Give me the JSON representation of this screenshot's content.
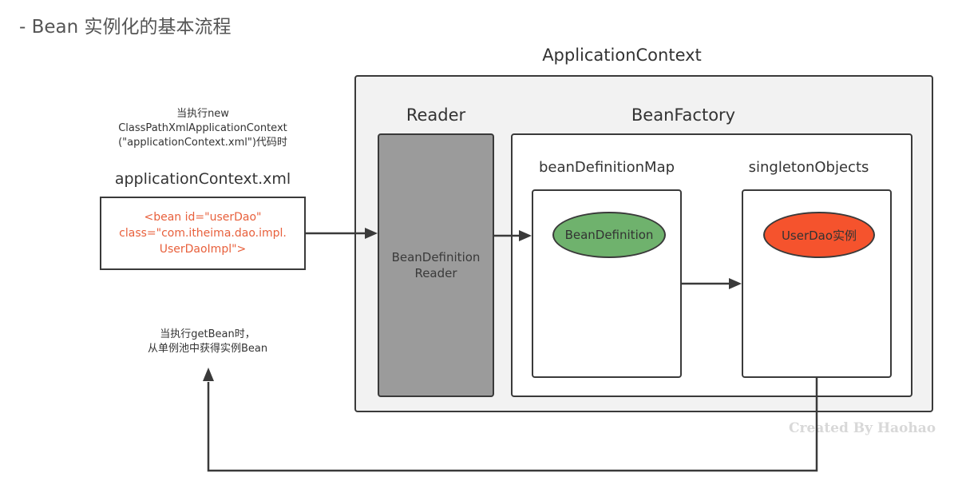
{
  "slide": {
    "title": "- Bean 实例化的基本流程"
  },
  "diagram": {
    "application_context_label": "ApplicationContext",
    "reader_label": "Reader",
    "reader_box_text": [
      "BeanDefinition",
      "Reader"
    ],
    "bean_factory_label": "BeanFactory",
    "bean_definition_map_label": "beanDefinitionMap",
    "singleton_objects_label": "singletonObjects",
    "bean_definition_node": "BeanDefinition",
    "userdao_instance_node": "UserDao实例",
    "xml_file_label": "applicationContext.xml",
    "xml_content": [
      "<bean id=\"userDao\"",
      "class=\"com.itheima.dao.impl.",
      "UserDaoImpl\">"
    ],
    "note_new_context": [
      "当执行new",
      "ClassPathXmlApplicationContext",
      "(\"applicationContext.xml\")代码时"
    ],
    "note_get_bean": [
      "当执行getBean时，",
      "从单例池中获得实例Bean"
    ],
    "watermark": "Created By Haohao",
    "colors": {
      "container_bg": "#f2f2f2",
      "reader_fill": "#9b9b9b",
      "bean_definition_fill": "#6fb26d",
      "instance_fill": "#f5532d",
      "xml_text": "#e8603c",
      "stroke": "#3a3a3a"
    }
  }
}
